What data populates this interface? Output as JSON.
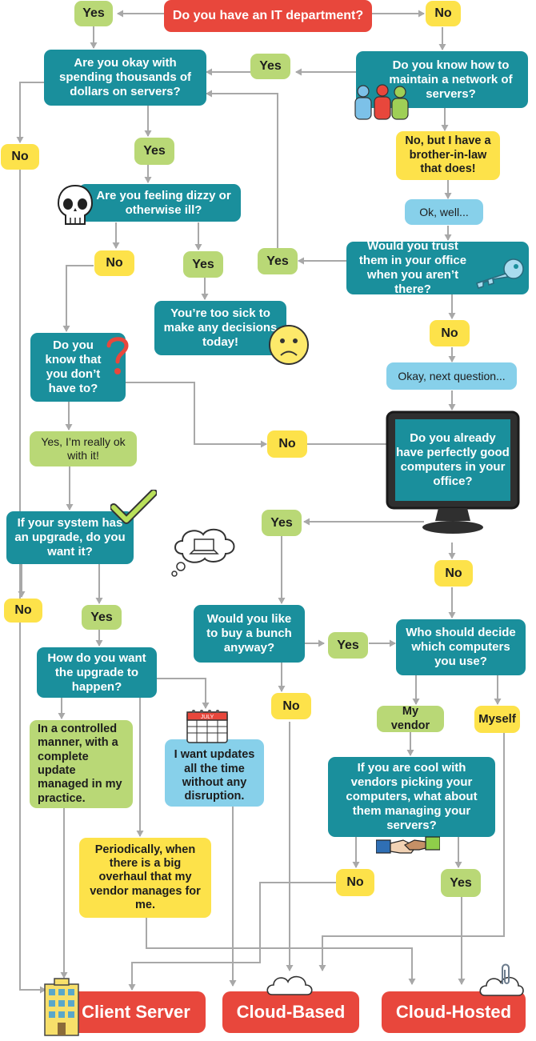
{
  "start_question": "Do you have an IT department?",
  "answers": {
    "yes": "Yes",
    "no": "No"
  },
  "questions": {
    "spending": "Are you okay with spending thousands of dollars on servers?",
    "maintain": "Do you know how to maintain a network of servers?",
    "dizzy": "Are you feeling dizzy or otherwise ill?",
    "trust": "Would you trust them in your office when you aren’t there?",
    "know_dont_have": "Do you know that you don’t have to?",
    "computers": "Do you already have perfectly good computers in your office?",
    "upgrade": "If your system has an upgrade, do you want it?",
    "buy_bunch": "Would you like to buy a bunch anyway?",
    "who_decide": "Who should decide which computers you use?",
    "how_upgrade": "How do you want the upgrade to happen?",
    "vendors_servers": "If you are cool with vendors picking your computers, what about them managing your servers?"
  },
  "notes": {
    "brother_in_law": "No, but I have a brother-in-law that does!",
    "ok_well": "Ok, well...",
    "too_sick": "You’re too sick to make any decisions today!",
    "okay_next": "Okay, next question...",
    "really_ok": "Yes, I’m really ok with it!",
    "my_vendor": "My vendor",
    "myself": "Myself",
    "controlled": "In a controlled manner, with a complete update managed in my practice.",
    "updates_all_time": "I want updates all the time without any disruption.",
    "periodically": "Periodically, when there is a big overhaul that my vendor manages for me."
  },
  "calendar_month": "JULY",
  "outcomes": {
    "client_server": "Client Server",
    "cloud_based": "Cloud-Based",
    "cloud_hosted": "Cloud-Hosted"
  },
  "colors": {
    "question": "#1a8f9c",
    "yes": "#b9d876",
    "no": "#fde24a",
    "note_blue": "#87d0ea",
    "outcome": "#e8473c",
    "connector": "#a8a8a8"
  }
}
